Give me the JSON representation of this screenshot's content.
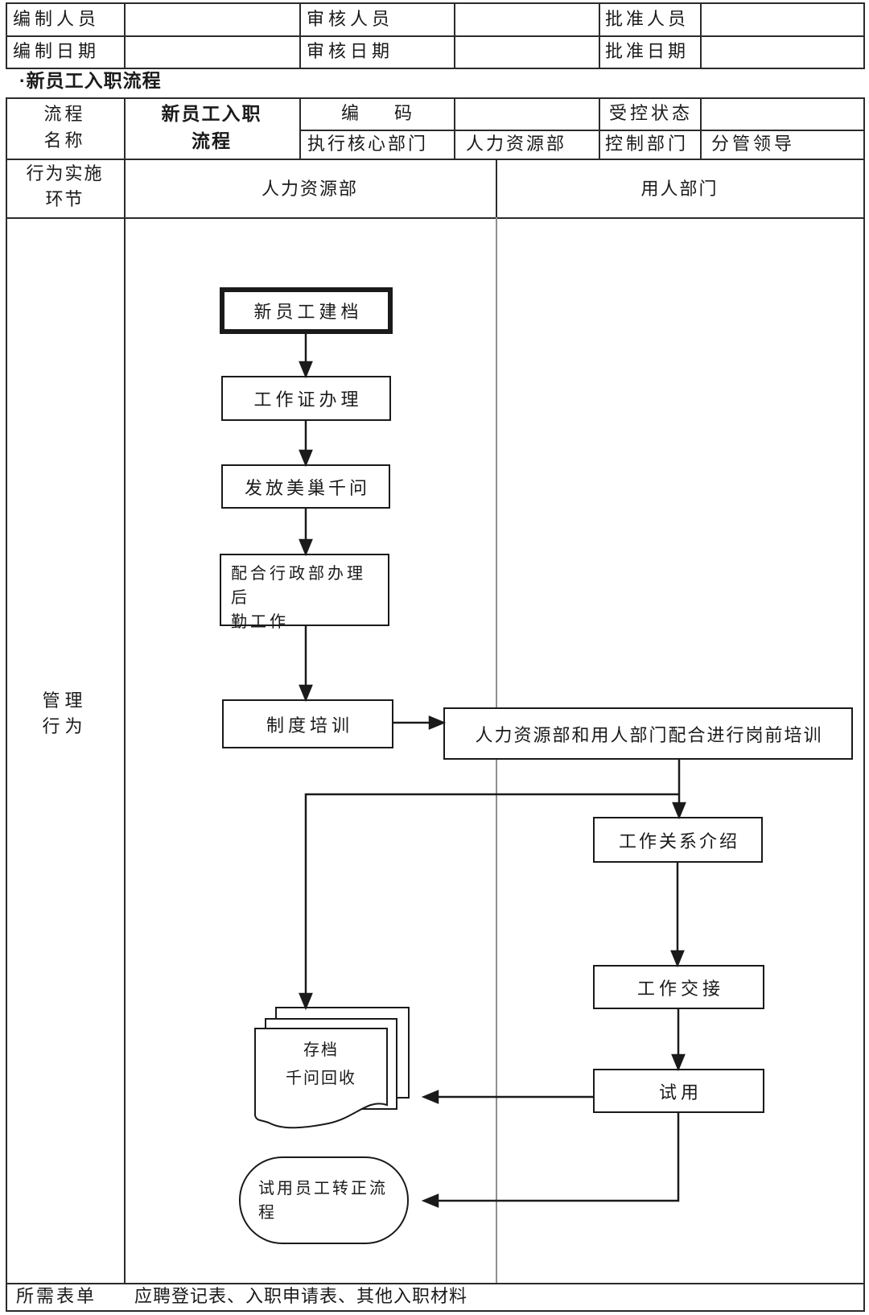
{
  "colors": {
    "border": "#1a1a1a",
    "grid_dark": "#2b2b2b",
    "grid_gray": "#8f8f8f",
    "text": "#1a1a1a",
    "background": "#ffffff"
  },
  "approval_table": {
    "rows": [
      {
        "cells": [
          "编制人员",
          "",
          "审核人员",
          "",
          "批准人员",
          ""
        ]
      },
      {
        "cells": [
          "编制日期",
          "",
          "审核日期",
          "",
          "批准日期",
          ""
        ]
      }
    ]
  },
  "section_heading": {
    "bullet": "·",
    "title": "新员工入职流程"
  },
  "info_table": {
    "process_name_label": [
      "流程",
      "名称"
    ],
    "process_name_value": [
      "新员工入职",
      "流程"
    ],
    "code_label": "编　　码",
    "code_value": "",
    "controlled_state_label": "受控状态",
    "controlled_state_value": "",
    "exec_dept_label": "执行核心部门",
    "exec_dept_value": "人力资源部",
    "control_dept_label": "控制部门",
    "leader_label": "分管领导"
  },
  "stage_header": {
    "label": [
      "行为实施",
      "环节"
    ],
    "hr_col": "人力资源部",
    "employer_col": "用人部门"
  },
  "management_label": [
    "管理",
    "行为"
  ],
  "flowchart": {
    "new_employee_filing": "新员工建档",
    "work_permit": "工作证办理",
    "issue_handbook": "发放美巢千问",
    "logistics": [
      "配合行政部办理后",
      "勤工作"
    ],
    "system_training": "制度培训",
    "joint_pre_job_training": "人力资源部和用人部门配合进行岗前培训",
    "work_relation_intro": "工作关系介绍",
    "work_handover": "工作交接",
    "probation": "试用",
    "archive": [
      "存档",
      "千问回收"
    ],
    "regularization": [
      "试用员工转正流",
      "程"
    ]
  },
  "forms_row": {
    "label": "所需表单",
    "value": "应聘登记表、入职申请表、其他入职材料"
  }
}
